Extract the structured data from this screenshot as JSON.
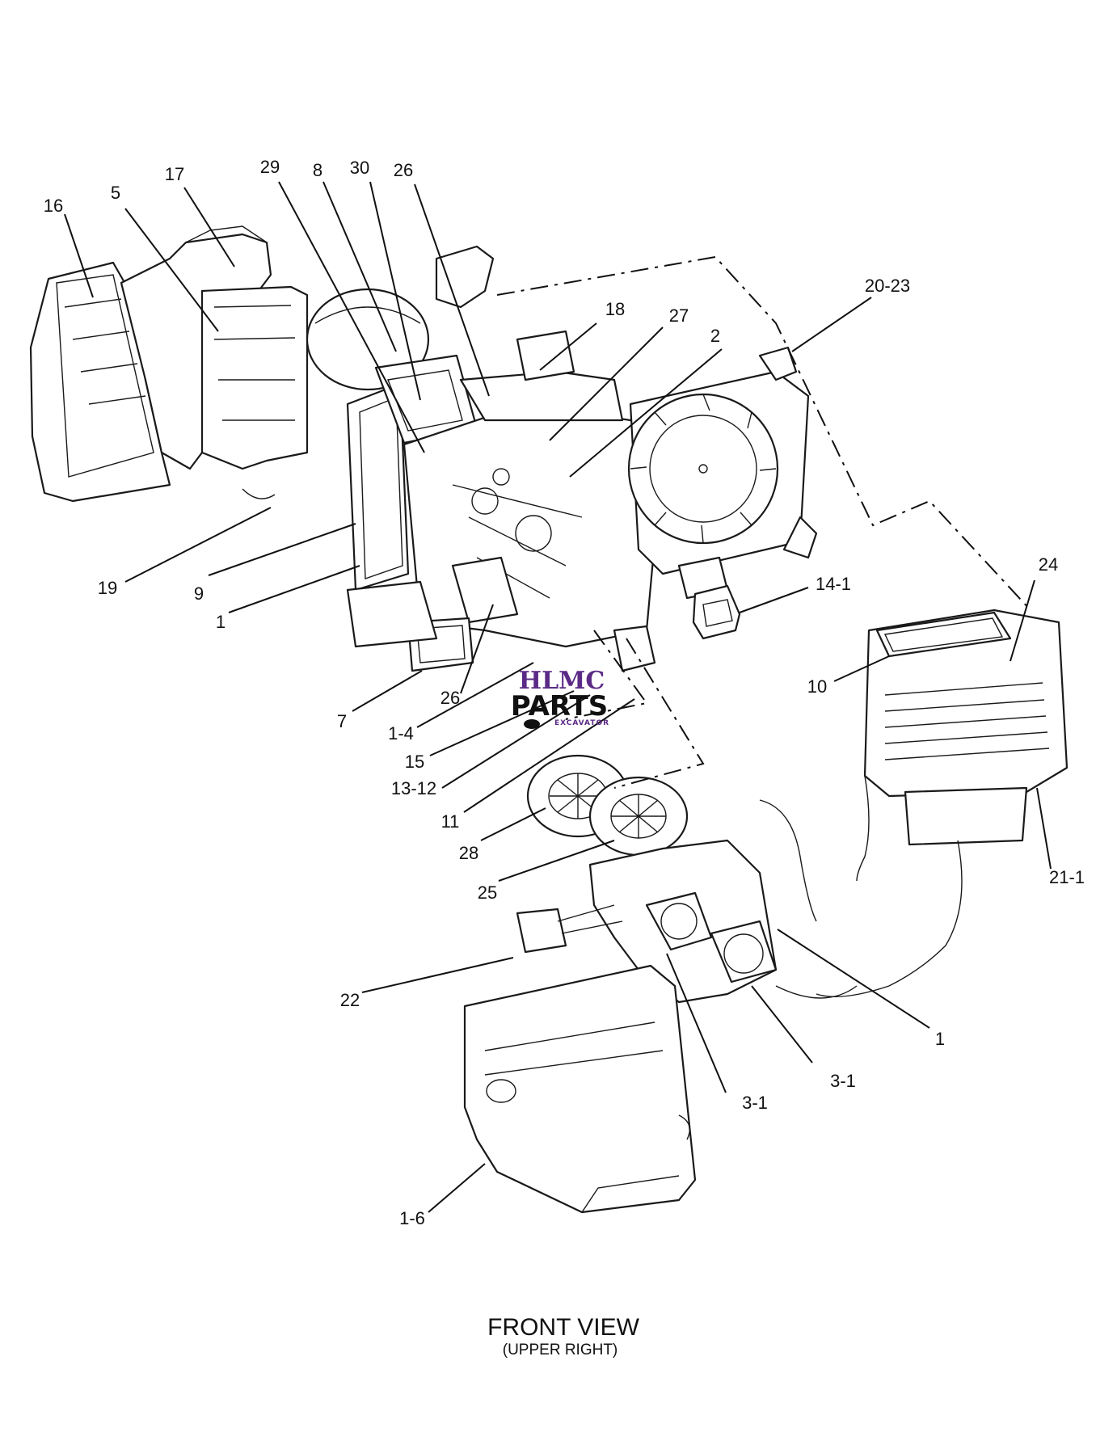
{
  "diagram": {
    "title": "FRONT VIEW",
    "subtitle": "(UPPER RIGHT)",
    "callouts": [
      {
        "id": "c16",
        "text": "16"
      },
      {
        "id": "c5",
        "text": "5"
      },
      {
        "id": "c17",
        "text": "17"
      },
      {
        "id": "c29",
        "text": "29"
      },
      {
        "id": "c8",
        "text": "8"
      },
      {
        "id": "c30",
        "text": "30"
      },
      {
        "id": "c26a",
        "text": "26"
      },
      {
        "id": "c18",
        "text": "18"
      },
      {
        "id": "c27",
        "text": "27"
      },
      {
        "id": "c2",
        "text": "2"
      },
      {
        "id": "c2023",
        "text": "20-23"
      },
      {
        "id": "c19",
        "text": "19"
      },
      {
        "id": "c9",
        "text": "9"
      },
      {
        "id": "c1a",
        "text": "1"
      },
      {
        "id": "c141",
        "text": "14-1"
      },
      {
        "id": "c24",
        "text": "24"
      },
      {
        "id": "c10",
        "text": "10"
      },
      {
        "id": "c7",
        "text": "7"
      },
      {
        "id": "c26b",
        "text": "26"
      },
      {
        "id": "c14",
        "text": "1-4"
      },
      {
        "id": "c15",
        "text": "15"
      },
      {
        "id": "c1312",
        "text": "13-12"
      },
      {
        "id": "c11",
        "text": "11"
      },
      {
        "id": "c28",
        "text": "28"
      },
      {
        "id": "c25",
        "text": "25"
      },
      {
        "id": "c211",
        "text": "21-1"
      },
      {
        "id": "c22",
        "text": "22"
      },
      {
        "id": "c1b",
        "text": "1"
      },
      {
        "id": "c31a",
        "text": "3-1"
      },
      {
        "id": "c31b",
        "text": "3-1"
      },
      {
        "id": "c16b",
        "text": "1-6"
      }
    ]
  },
  "watermark": {
    "line1": "HLMC",
    "line2": "PARTS",
    "line3": "EXCAVATOR",
    "color": "#5b2a86"
  }
}
